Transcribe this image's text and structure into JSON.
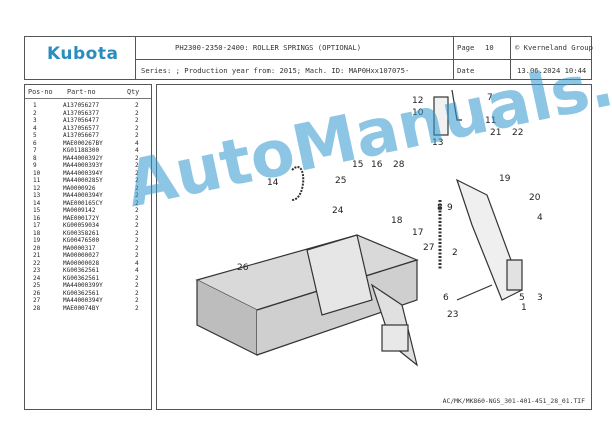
{
  "header": {
    "brand": "Kubota",
    "title": "PH2300-2350-2400: ROLLER SPRINGS (OPTIONAL)",
    "series_line": "Series: ; Production year from: 2015; Mach. ID: MAP0Hxx107075-",
    "page_label": "Page",
    "page_number": "10",
    "copyright": "© Kverneland Group",
    "date_label": "Date",
    "date_value": "13.06.2024  10:44"
  },
  "parts_table": {
    "headers": [
      "Pos-no",
      "Part-no",
      "Qty"
    ],
    "rows": [
      [
        "1",
        "A137056277",
        "2"
      ],
      [
        "2",
        "A137056377",
        "2"
      ],
      [
        "3",
        "A137056477",
        "2"
      ],
      [
        "4",
        "A137056577",
        "2"
      ],
      [
        "5",
        "A137056677",
        "2"
      ],
      [
        "6",
        "MAE000267BY",
        "4"
      ],
      [
        "7",
        "KG01188300",
        "4"
      ],
      [
        "8",
        "MA44000392Y",
        "2"
      ],
      [
        "9",
        "MA44000393Y",
        "2"
      ],
      [
        "10",
        "MA44000394Y",
        "2"
      ],
      [
        "11",
        "MA44000285Y",
        "2"
      ],
      [
        "12",
        "MA0000926",
        "2"
      ],
      [
        "13",
        "MA44000394Y",
        "2"
      ],
      [
        "14",
        "MAE000165CY",
        "2"
      ],
      [
        "15",
        "MA0009142",
        "2"
      ],
      [
        "16",
        "MAE000172Y",
        "2"
      ],
      [
        "17",
        "KG00059034",
        "2"
      ],
      [
        "18",
        "KG00358261",
        "2"
      ],
      [
        "19",
        "KG00476500",
        "2"
      ],
      [
        "20",
        "MA0000317",
        "2"
      ],
      [
        "21",
        "MA00000027",
        "2"
      ],
      [
        "22",
        "MA00000028",
        "4"
      ],
      [
        "23",
        "KG00362561",
        "4"
      ],
      [
        "24",
        "KG00362561",
        "2"
      ],
      [
        "25",
        "MA44000399Y",
        "2"
      ],
      [
        "26",
        "KG00362561",
        "2"
      ],
      [
        "27",
        "MA44000394Y",
        "2"
      ],
      [
        "28",
        "MAE00074BY",
        "2"
      ]
    ]
  },
  "diagram": {
    "callouts": [
      "1",
      "2",
      "3",
      "4",
      "5",
      "6",
      "7",
      "8",
      "9",
      "10",
      "11",
      "12",
      "13",
      "14",
      "15",
      "16",
      "17",
      "18",
      "19",
      "20",
      "21",
      "22",
      "23",
      "24",
      "25",
      "26",
      "27",
      "28"
    ],
    "drawing_code": "AC/MK/MK860-NGS_301-401-451_28_01.TIF"
  },
  "watermark": "AutoManuals.net"
}
